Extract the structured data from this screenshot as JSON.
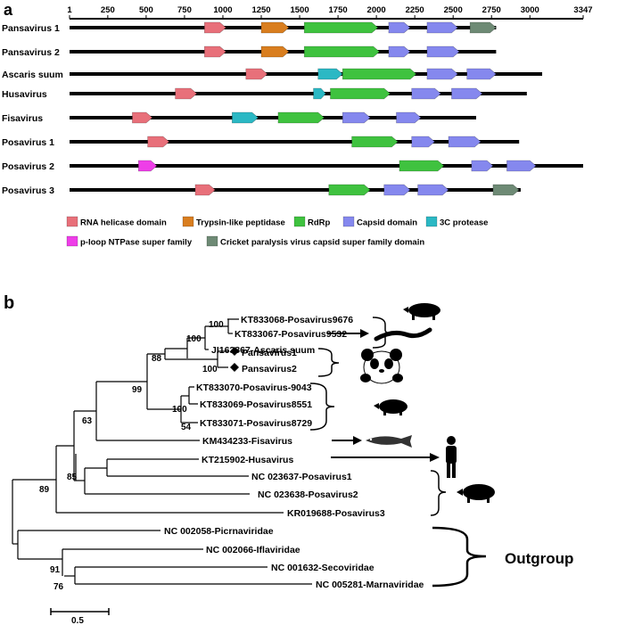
{
  "colors": {
    "helicase": "#e8707a",
    "trypsin": "#d97e1f",
    "rdrp": "#3fc23f",
    "capsid": "#8588ee",
    "protease_3c": "#2bb8c4",
    "ploop": "#ee3ee8",
    "cricket": "#6e8a75",
    "genome_line": "#000000",
    "tree_line": "#000000"
  },
  "panel_a": {
    "label": "a",
    "axis": {
      "max": 3347,
      "ticks": [
        "1",
        "250",
        "500",
        "750",
        "1000",
        "1250",
        "1500",
        "1750",
        "2000",
        "2250",
        "2500",
        "2750",
        "3000",
        "3347"
      ]
    },
    "genomes": [
      {
        "name": "Pansavirus 1",
        "length": 2780,
        "domains": [
          {
            "type": "helicase",
            "start": 880,
            "end": 1020
          },
          {
            "type": "trypsin",
            "start": 1250,
            "end": 1430
          },
          {
            "type": "rdrp",
            "start": 1530,
            "end": 2010
          },
          {
            "type": "capsid",
            "start": 2080,
            "end": 2220
          },
          {
            "type": "capsid",
            "start": 2330,
            "end": 2530
          },
          {
            "type": "cricket",
            "start": 2610,
            "end": 2780
          }
        ]
      },
      {
        "name": "Pansavirus 2",
        "length": 2780,
        "domains": [
          {
            "type": "helicase",
            "start": 880,
            "end": 1020
          },
          {
            "type": "trypsin",
            "start": 1250,
            "end": 1430
          },
          {
            "type": "rdrp",
            "start": 1530,
            "end": 2020
          },
          {
            "type": "capsid",
            "start": 2080,
            "end": 2220
          },
          {
            "type": "capsid",
            "start": 2330,
            "end": 2540
          }
        ]
      },
      {
        "name": "Ascaris suum",
        "length": 3080,
        "domains": [
          {
            "type": "helicase",
            "start": 1150,
            "end": 1290
          },
          {
            "type": "protease_3c",
            "start": 1620,
            "end": 1780
          },
          {
            "type": "rdrp",
            "start": 1780,
            "end": 2260
          },
          {
            "type": "capsid",
            "start": 2330,
            "end": 2530
          },
          {
            "type": "capsid",
            "start": 2590,
            "end": 2780
          }
        ]
      },
      {
        "name": "Husavirus",
        "length": 2980,
        "domains": [
          {
            "type": "helicase",
            "start": 690,
            "end": 830
          },
          {
            "type": "protease_3c",
            "start": 1590,
            "end": 1670
          },
          {
            "type": "rdrp",
            "start": 1700,
            "end": 2090
          },
          {
            "type": "capsid",
            "start": 2230,
            "end": 2420
          },
          {
            "type": "capsid",
            "start": 2490,
            "end": 2690
          }
        ]
      },
      {
        "name": "Fisavirus",
        "length": 2650,
        "domains": [
          {
            "type": "helicase",
            "start": 410,
            "end": 540
          },
          {
            "type": "protease_3c",
            "start": 1060,
            "end": 1230
          },
          {
            "type": "rdrp",
            "start": 1360,
            "end": 1660
          },
          {
            "type": "capsid",
            "start": 1780,
            "end": 1960
          },
          {
            "type": "capsid",
            "start": 2130,
            "end": 2290
          }
        ]
      },
      {
        "name": "Posavirus 1",
        "length": 2930,
        "domains": [
          {
            "type": "helicase",
            "start": 510,
            "end": 650
          },
          {
            "type": "rdrp",
            "start": 1840,
            "end": 2140
          },
          {
            "type": "capsid",
            "start": 2230,
            "end": 2380
          },
          {
            "type": "capsid",
            "start": 2470,
            "end": 2680
          }
        ]
      },
      {
        "name": "Posavirus 2",
        "length": 3347,
        "domains": [
          {
            "type": "ploop",
            "start": 450,
            "end": 570
          },
          {
            "type": "rdrp",
            "start": 2150,
            "end": 2440
          },
          {
            "type": "capsid",
            "start": 2620,
            "end": 2760
          },
          {
            "type": "capsid",
            "start": 2850,
            "end": 3040
          }
        ]
      },
      {
        "name": "Posavirus 3",
        "length": 2940,
        "domains": [
          {
            "type": "helicase",
            "start": 820,
            "end": 950
          },
          {
            "type": "rdrp",
            "start": 1690,
            "end": 1960
          },
          {
            "type": "capsid",
            "start": 2050,
            "end": 2220
          },
          {
            "type": "capsid",
            "start": 2270,
            "end": 2470
          },
          {
            "type": "cricket",
            "start": 2760,
            "end": 2930
          }
        ]
      }
    ],
    "legend": [
      {
        "type": "helicase",
        "label": "RNA helicase domain"
      },
      {
        "type": "trypsin",
        "label": "Trypsin-like peptidase"
      },
      {
        "type": "rdrp",
        "label": "RdRp"
      },
      {
        "type": "capsid",
        "label": "Capsid domain"
      },
      {
        "type": "protease_3c",
        "label": "3C protease"
      },
      {
        "type": "ploop",
        "label": "p-loop NTPase super family"
      },
      {
        "type": "cricket",
        "label": "Cricket paralysis virus capsid super family domain"
      }
    ]
  },
  "panel_b": {
    "label": "b",
    "taxa": [
      "KT833068-Posavirus9676",
      "KT833067-Posavirus9532",
      "JI163867-Ascaris suum",
      "Pansavirus1",
      "Pansavirus2",
      "KT833070-Posavirus-9043",
      "KT833069-Posavirus8551",
      "KT833071-Posavirus8729",
      "KM434233-Fisavirus",
      "KT215902-Husavirus",
      "NC 023637-Posavirus1",
      "NC 023638-Posavirus2",
      "KR019688-Posavirus3",
      "NC 002058-Picrnaviridae",
      "NC 002066-Iflaviridae",
      "NC 001632-Secoviridae",
      "NC 005281-Marnaviridae"
    ],
    "bootstrap": [
      "100",
      "100",
      "88",
      "99",
      "100",
      "100",
      "54",
      "63",
      "89",
      "85",
      "91",
      "76"
    ],
    "outgroup_label": "Outgroup",
    "scale_label": "0.5"
  }
}
